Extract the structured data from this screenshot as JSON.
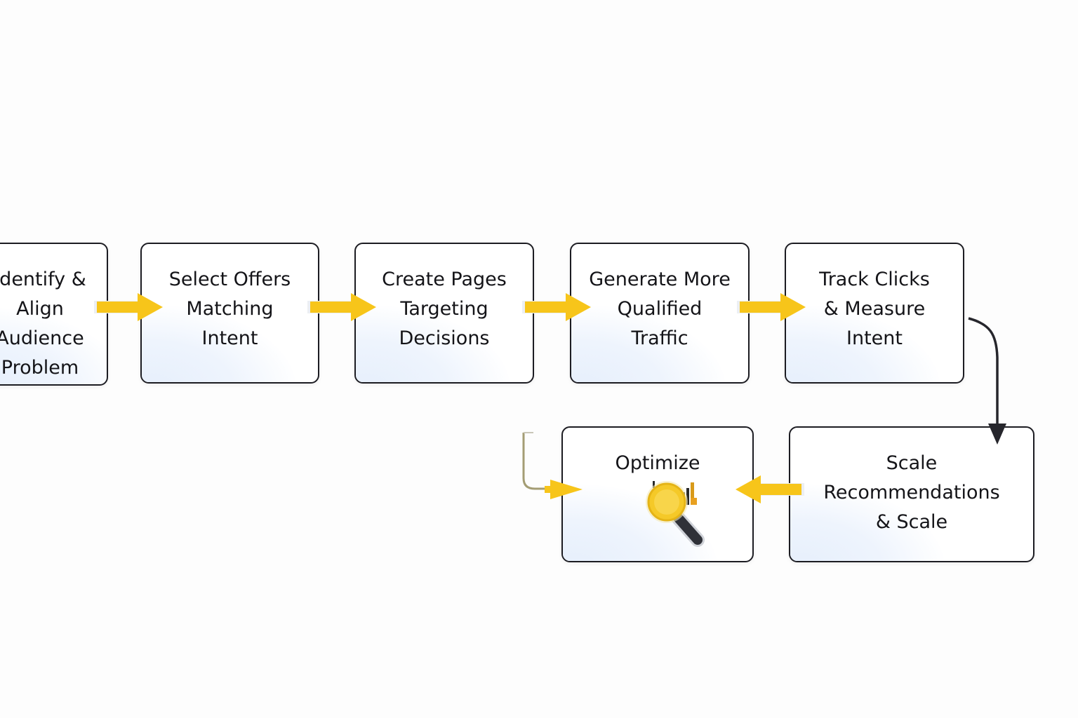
{
  "steps": [
    {
      "label": "Identify &\nAlign\nAudience\nProblem"
    },
    {
      "label": "Select Offers\nMatching\nIntent"
    },
    {
      "label": "Create Pages\nTargeting\nDecisions"
    },
    {
      "label": "Generate More\nQualified\nTraffic"
    },
    {
      "label": "Track Clicks\n& Measure\nIntent"
    },
    {
      "label": "Scale\nRecommendations\n& Scale"
    },
    {
      "label": "Optimize"
    }
  ],
  "colors": {
    "arrow": "#f7c51a",
    "connector": "#26262c",
    "box_border": "#1c1c22",
    "icon_lens": "#f5c928",
    "icon_handle": "#2f3138"
  },
  "icons": {
    "optimize": "magnifier-with-bar-chart-icon"
  }
}
